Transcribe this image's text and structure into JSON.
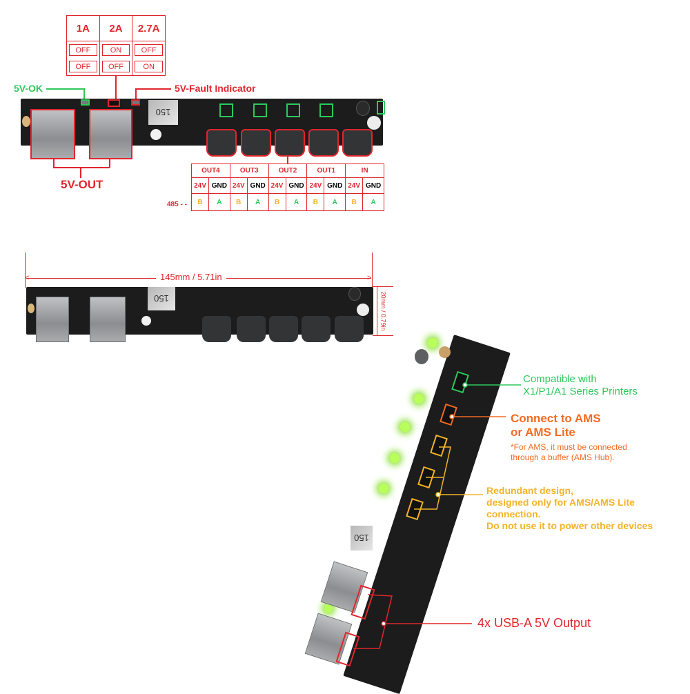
{
  "switch_table": {
    "headers": [
      "1A",
      "2A",
      "2.7A"
    ],
    "rows": [
      [
        "OFF",
        "ON",
        "OFF"
      ],
      [
        "OFF",
        "OFF",
        "ON"
      ]
    ]
  },
  "top_board": {
    "label_5v_ok": "5V-OK",
    "label_fault": "5V-Fault Indicator",
    "label_5v_out": "5V-OUT",
    "inductor_text": "150",
    "connector_labels": [
      "OUT4",
      "OUT3",
      "OUT2",
      "OUT1",
      "IN"
    ]
  },
  "pin_table": {
    "groups": [
      "OUT4",
      "OUT3",
      "OUT2",
      "OUT1",
      "IN"
    ],
    "pins": [
      "24V",
      "GND"
    ],
    "row_label": "485 - -",
    "signal_row": [
      "B",
      "A",
      "B",
      "A",
      "B",
      "A",
      "B",
      "A",
      "B",
      "A"
    ]
  },
  "dimensions": {
    "length": "145mm / 5.71in",
    "height": "20mm / 0.79in"
  },
  "callouts": {
    "compatible": [
      "Compatible with",
      "X1/P1/A1 Series Printers"
    ],
    "connect_ams": [
      "Connect to AMS",
      "or AMS Lite"
    ],
    "ams_note": [
      "*For AMS, it must be connected",
      "through a buffer (AMS Hub)."
    ],
    "redundant": [
      "Redundant design,",
      "designed only for AMS/AMS Lite",
      "connection.",
      "Do not use it to power other devices"
    ],
    "usb_output": "4x USB-A 5V Output"
  },
  "colors": {
    "red": "#e0262c",
    "green": "#2ec95c",
    "orange": "#f26a21",
    "amber": "#f4b328",
    "pcb": "#1c1c1d"
  }
}
